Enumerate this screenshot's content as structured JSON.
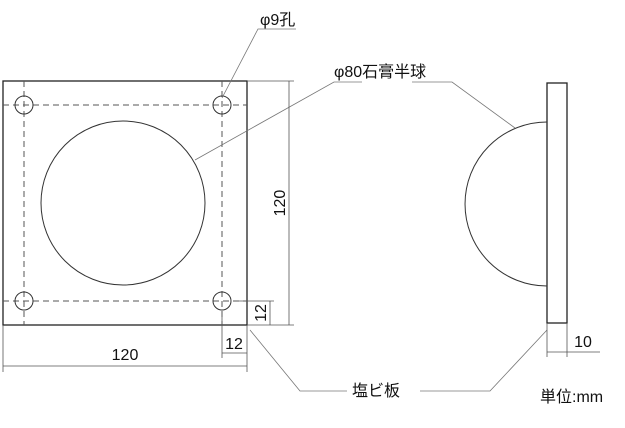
{
  "labels": {
    "hole": "φ9孔",
    "hemisphere": "φ80石膏半球",
    "board": "塩ビ板",
    "unit": "単位:mm"
  },
  "dimensions": {
    "width": "120",
    "height": "120",
    "offset_bottom": "12",
    "offset_side": "12",
    "thickness": "10"
  }
}
